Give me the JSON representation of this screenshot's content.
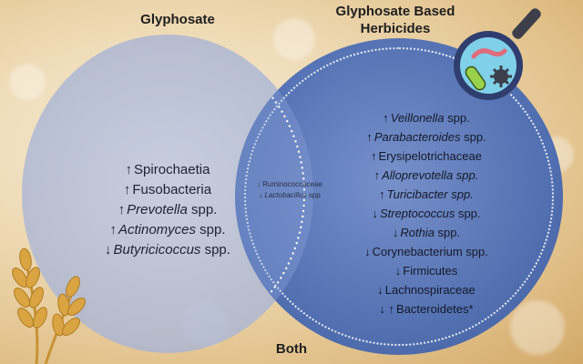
{
  "titles": {
    "left": "Glyphosate",
    "right_line1": "Glyphosate Based",
    "right_line2": "Herbicides",
    "bottom": "Both"
  },
  "glyphosate_only": [
    {
      "arrow": "↑",
      "prefix": "",
      "name": "Spirochaetia",
      "italic": false
    },
    {
      "arrow": "↑",
      "prefix": "",
      "name": "Fusobacteria",
      "italic": false
    },
    {
      "arrow": "↑",
      "prefix": "",
      "name": "Prevotella",
      "italic": true,
      "suffix": " spp."
    },
    {
      "arrow": "↑",
      "prefix": "",
      "name": "Actinomyces",
      "italic": true,
      "suffix": " spp."
    },
    {
      "arrow": "↓",
      "prefix": "",
      "name": "Butyricicoccus",
      "italic": true,
      "suffix": " spp."
    }
  ],
  "both": [
    {
      "arrow": "↓",
      "name": "Ruminococcaceae",
      "italic": false,
      "suffix": ""
    },
    {
      "arrow": "↓",
      "name": "Lactobacillus",
      "italic": true,
      "suffix": " spp"
    }
  ],
  "gbh_only": [
    {
      "arrow": "↑",
      "name": "Veillonella",
      "italic": true,
      "suffix": " spp."
    },
    {
      "arrow": "↑",
      "name": "Parabacteroides",
      "italic": true,
      "suffix": " spp."
    },
    {
      "arrow": "↑",
      "name": "Erysipelotrichaceae",
      "italic": false,
      "suffix": ""
    },
    {
      "arrow": "↑",
      "name": "Alloprevotella spp.",
      "italic": true,
      "suffix": ""
    },
    {
      "arrow": "↑",
      "name": "Turicibacter spp.",
      "italic": true,
      "suffix": ""
    },
    {
      "arrow": "↓",
      "name": "Streptococcus",
      "italic": true,
      "suffix": " spp."
    },
    {
      "arrow": "↓",
      "name": "Rothia",
      "italic": true,
      "suffix": " spp."
    },
    {
      "arrow": "↓",
      "name": "Corynebacterium spp.",
      "italic": false,
      "suffix": ""
    },
    {
      "arrow": "↓",
      "name": "Firmicutes",
      "italic": false,
      "suffix": ""
    },
    {
      "arrow": "↓",
      "name": "Lachnospiraceae",
      "italic": false,
      "suffix": ""
    },
    {
      "arrow": "↓ ↑",
      "name": "Bacteroidetes*",
      "italic": false,
      "suffix": ""
    }
  ],
  "icons": {
    "magnifier": "magnifying-glass-bacteria-icon",
    "wheat": "wheat-icon"
  },
  "colors": {
    "left_circle": "#b4bfdc",
    "right_circle": "#4f72bd",
    "text_dark": "#1e2230",
    "wheat": "#d9a441",
    "magnifier_ring": "#2f3e6e"
  }
}
